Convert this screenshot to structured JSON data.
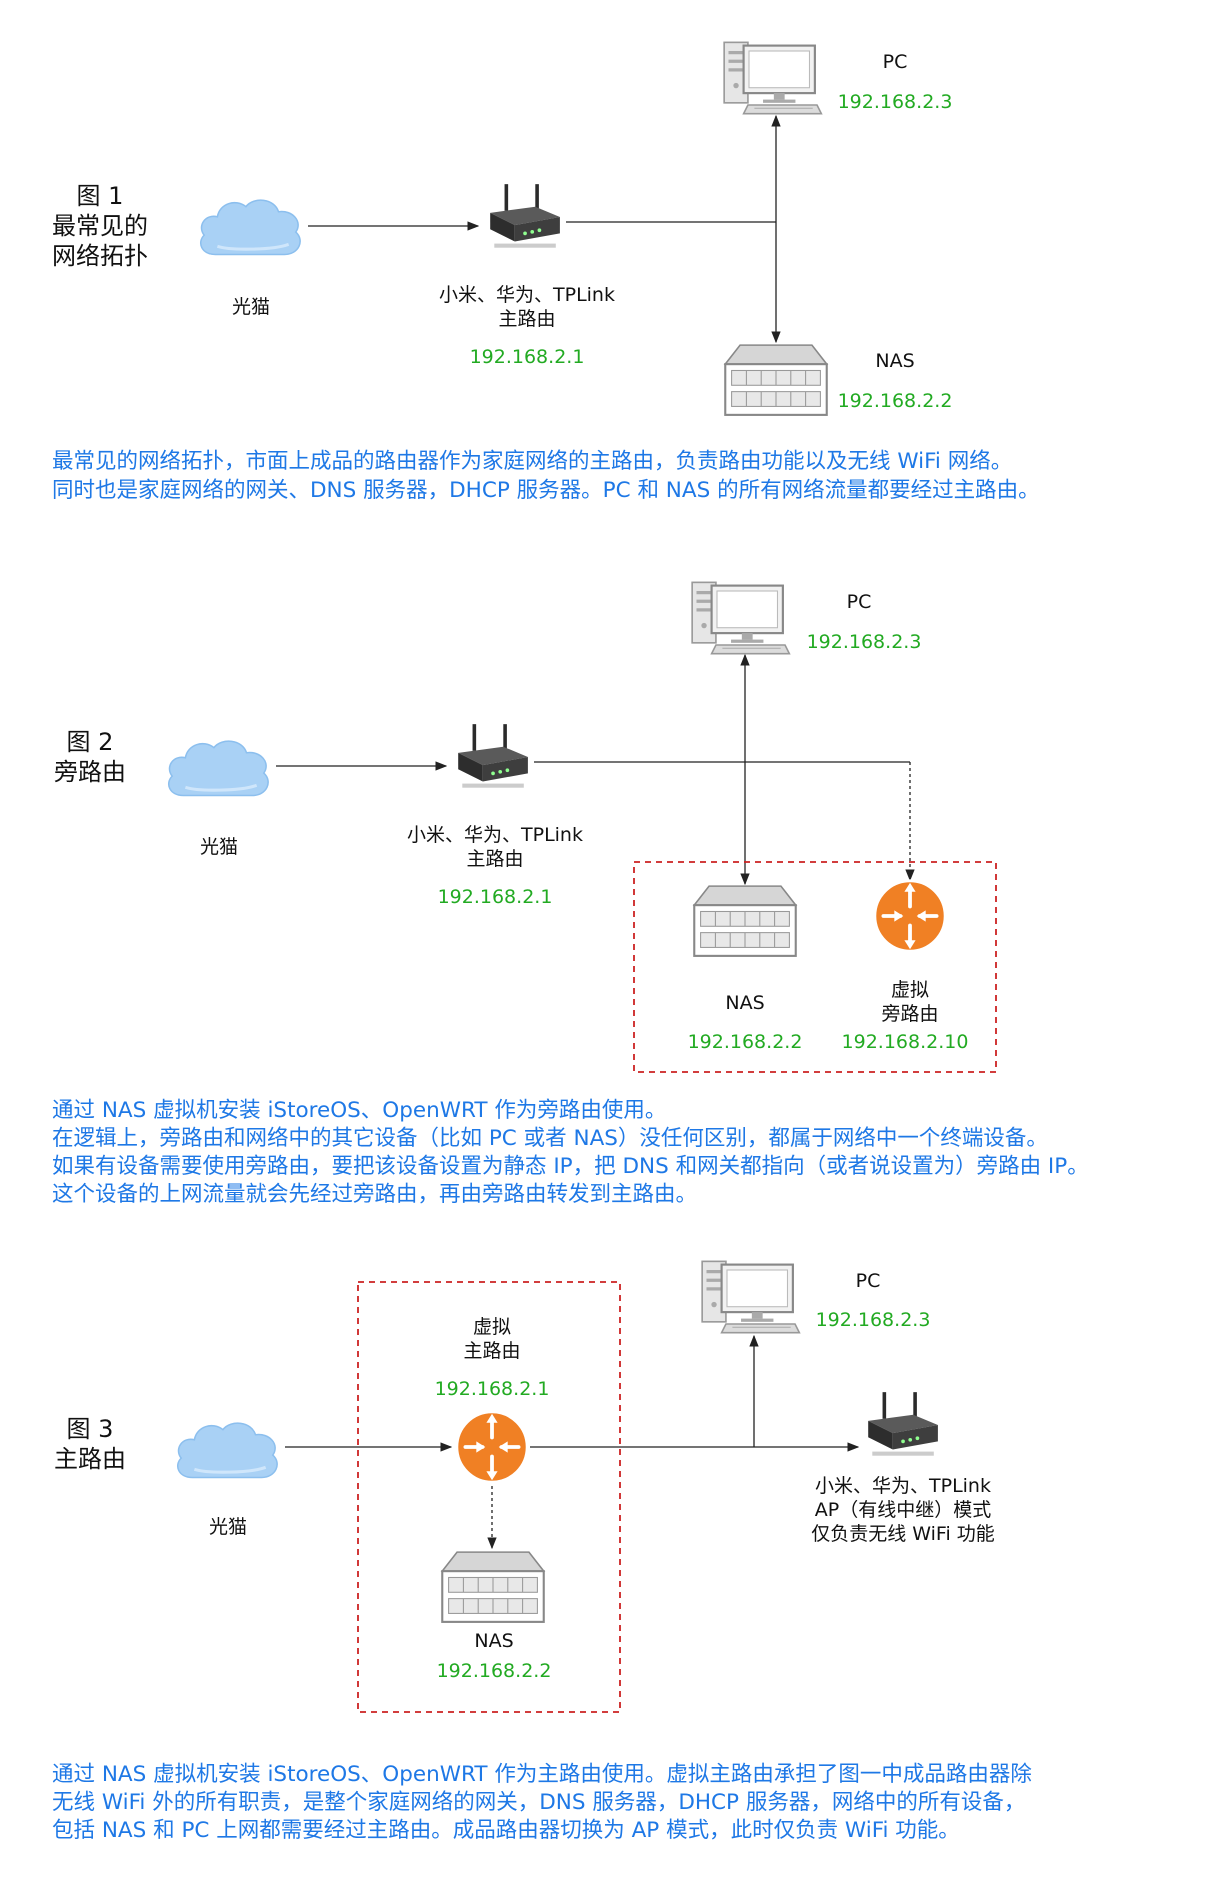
{
  "colors": {
    "ip_green": "#22aa22",
    "caption_blue": "#1e78e6",
    "dashed_box_red": "#cc2222",
    "virtual_router_orange": "#f08024",
    "cloud_blue": "#a9d1f5"
  },
  "icons": [
    "cloud-icon",
    "wifi-router-icon",
    "desktop-pc-icon",
    "nas-server-icon",
    "virtual-router-icon"
  ],
  "fig1": {
    "title": [
      "图 1",
      "最常见的",
      "网络拓扑"
    ],
    "modem_label": "光猫",
    "router_label": [
      "小米、华为、TPLink",
      "主路由"
    ],
    "router_ip": "192.168.2.1",
    "pc_label": "PC",
    "pc_ip": "192.168.2.3",
    "nas_label": "NAS",
    "nas_ip": "192.168.2.2",
    "caption": [
      "最常见的网络拓扑，市面上成品的路由器作为家庭网络的主路由，负责路由功能以及无线 WiFi 网络。",
      "同时也是家庭网络的网关、DNS 服务器，DHCP 服务器。PC 和 NAS 的所有网络流量都要经过主路由。"
    ]
  },
  "fig2": {
    "title": [
      "图 2",
      "旁路由"
    ],
    "modem_label": "光猫",
    "router_label": [
      "小米、华为、TPLink",
      "主路由"
    ],
    "router_ip": "192.168.2.1",
    "pc_label": "PC",
    "pc_ip": "192.168.2.3",
    "nas_label": "NAS",
    "nas_ip": "192.168.2.2",
    "vrouter_label": [
      "虚拟",
      "旁路由"
    ],
    "vrouter_ip": "192.168.2.10",
    "caption": [
      "通过 NAS 虚拟机安装 iStoreOS、OpenWRT 作为旁路由使用。",
      "在逻辑上，旁路由和网络中的其它设备（比如 PC 或者 NAS）没任何区别，都属于网络中一个终端设备。",
      "如果有设备需要使用旁路由，要把该设备设置为静态 IP，把 DNS 和网关都指向（或者说设置为）旁路由 IP。",
      "这个设备的上网流量就会先经过旁路由，再由旁路由转发到主路由。"
    ]
  },
  "fig3": {
    "title": [
      "图 3",
      "主路由"
    ],
    "modem_label": "光猫",
    "vrouter_label": [
      "虚拟",
      "主路由"
    ],
    "vrouter_ip": "192.168.2.1",
    "nas_label": "NAS",
    "nas_ip": "192.168.2.2",
    "pc_label": "PC",
    "pc_ip": "192.168.2.3",
    "ap_label": [
      "小米、华为、TPLink",
      "AP（有线中继）模式",
      "仅负责无线 WiFi 功能"
    ],
    "caption": [
      "通过 NAS 虚拟机安装 iStoreOS、OpenWRT 作为主路由使用。虚拟主路由承担了图一中成品路由器除",
      "无线 WiFi 外的所有职责，是整个家庭网络的网关，DNS 服务器，DHCP 服务器，网络中的所有设备，",
      "包括 NAS 和 PC 上网都需要经过主路由。成品路由器切换为 AP 模式，此时仅负责 WiFi 功能。"
    ]
  }
}
